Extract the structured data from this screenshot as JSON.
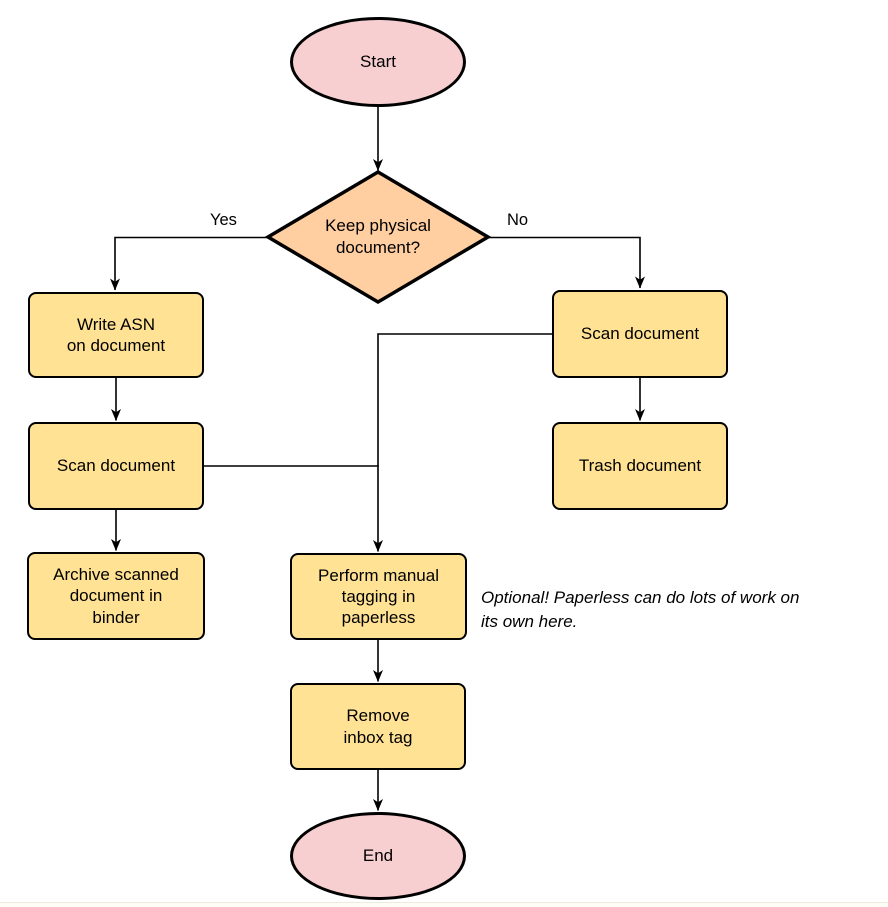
{
  "colors": {
    "terminal_fill": "#f8cfd0",
    "decision_fill": "#ffcea1",
    "process_fill": "#ffe293",
    "stroke": "#000000"
  },
  "labels": {
    "yes": "Yes",
    "no": "No"
  },
  "nodes": {
    "start": {
      "label": "Start"
    },
    "decision": {
      "line1": "Keep physical",
      "line2": "document?"
    },
    "write_asn": {
      "line1": "Write ASN",
      "line2": "on document"
    },
    "scan_left": {
      "label": "Scan document"
    },
    "archive": {
      "line1": "Archive scanned",
      "line2": "document in",
      "line3": "binder"
    },
    "scan_right": {
      "label": "Scan document"
    },
    "trash": {
      "label": "Trash document"
    },
    "tagging": {
      "line1": "Perform manual",
      "line2": "tagging in",
      "line3": "paperless"
    },
    "remove": {
      "line1": "Remove",
      "line2": "inbox tag"
    },
    "end": {
      "label": "End"
    }
  },
  "note": {
    "line1": "Optional! Paperless can do lots of work on",
    "line2": "its own here."
  }
}
